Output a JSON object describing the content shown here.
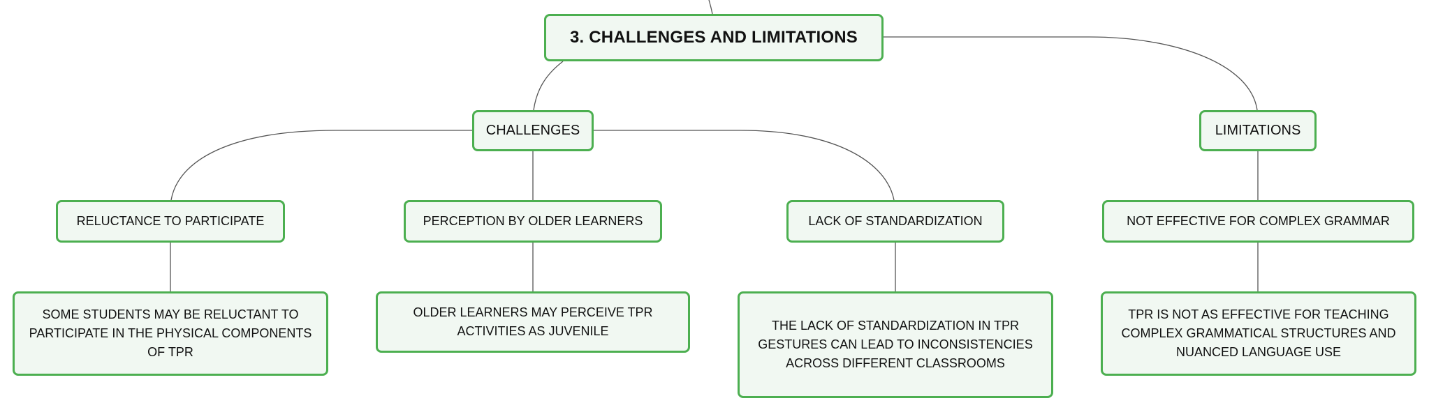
{
  "root": {
    "title": "3. CHALLENGES AND LIMITATIONS"
  },
  "branches": {
    "challenges": {
      "label": "CHALLENGES"
    },
    "limitations": {
      "label": "LIMITATIONS"
    }
  },
  "topics": {
    "reluctance": {
      "label": "RELUCTANCE TO PARTICIPATE",
      "detail": "SOME STUDENTS MAY BE RELUCTANT TO PARTICIPATE IN THE PHYSICAL COMPONENTS OF TPR"
    },
    "perception": {
      "label": "PERCEPTION BY OLDER LEARNERS",
      "detail": "OLDER LEARNERS MAY PERCEIVE TPR ACTIVITIES AS JUVENILE"
    },
    "standardization": {
      "label": "LACK OF STANDARDIZATION",
      "detail": "THE LACK OF STANDARDIZATION IN TPR GESTURES CAN LEAD TO INCONSISTENCIES ACROSS DIFFERENT CLASSROOMS"
    },
    "grammar": {
      "label": "NOT EFFECTIVE FOR COMPLEX GRAMMAR",
      "detail": "TPR IS NOT AS EFFECTIVE FOR TEACHING COMPLEX GRAMMATICAL STRUCTURES AND NUANCED LANGUAGE USE"
    }
  },
  "colors": {
    "border": "#4caf50",
    "fill": "#f1f8f2",
    "connector": "#555555"
  }
}
